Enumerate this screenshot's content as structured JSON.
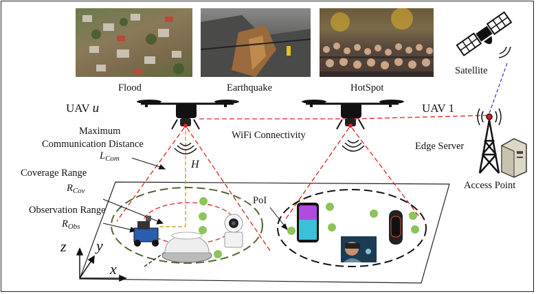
{
  "scenarios": {
    "flood": "Flood",
    "earthquake": "Earthquake",
    "hotspot": "HotSpot"
  },
  "satellite": "Satellite",
  "uav_u": {
    "text": "UAV",
    "var": "u"
  },
  "uav_1": "UAV 1",
  "max_comm": {
    "line1": "Maximum",
    "line2": "Communication Distance",
    "var": "L",
    "sub": "Com"
  },
  "coverage": {
    "text": "Coverage Range",
    "var": "R",
    "sub": "Cov"
  },
  "observation": {
    "text": "Observation Range",
    "var": "R",
    "sub": "Obs"
  },
  "height": "H",
  "wifi": "WiFi Connectivity",
  "edge_server": "Edge Server",
  "access_point": "Access Point",
  "poi": "PoI",
  "axes": {
    "z": "z",
    "y": "y",
    "x": "x"
  },
  "colors": {
    "red_dashed": "#e0201b",
    "green_dashed": "#4d6630",
    "blue_link": "#3030c8",
    "poi_dot": "#8cc35a",
    "height_line": "#d9a33a"
  }
}
